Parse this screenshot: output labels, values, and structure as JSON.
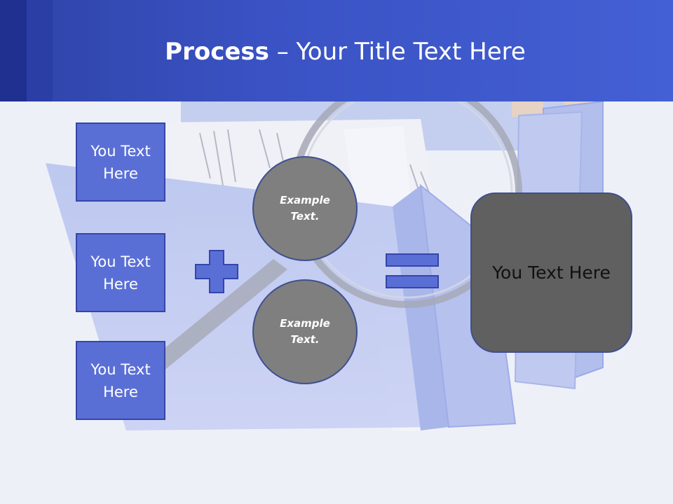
{
  "title": {
    "strong": "Process",
    "dash": " – ",
    "rest": "Your Title Text Here"
  },
  "inputs": [
    {
      "label": "You Text Here"
    },
    {
      "label": "You Text Here"
    },
    {
      "label": "You Text Here"
    }
  ],
  "examples": [
    {
      "label": "Example Text."
    },
    {
      "label": "Example Text."
    }
  ],
  "operators": {
    "plus": "plus-icon",
    "equals": "equals-icon"
  },
  "result": {
    "label": "You Text Here"
  },
  "colors": {
    "header": "#3a52c4",
    "box": "#5a6fd6",
    "circle": "#7f7f7f",
    "result": "#606060"
  }
}
